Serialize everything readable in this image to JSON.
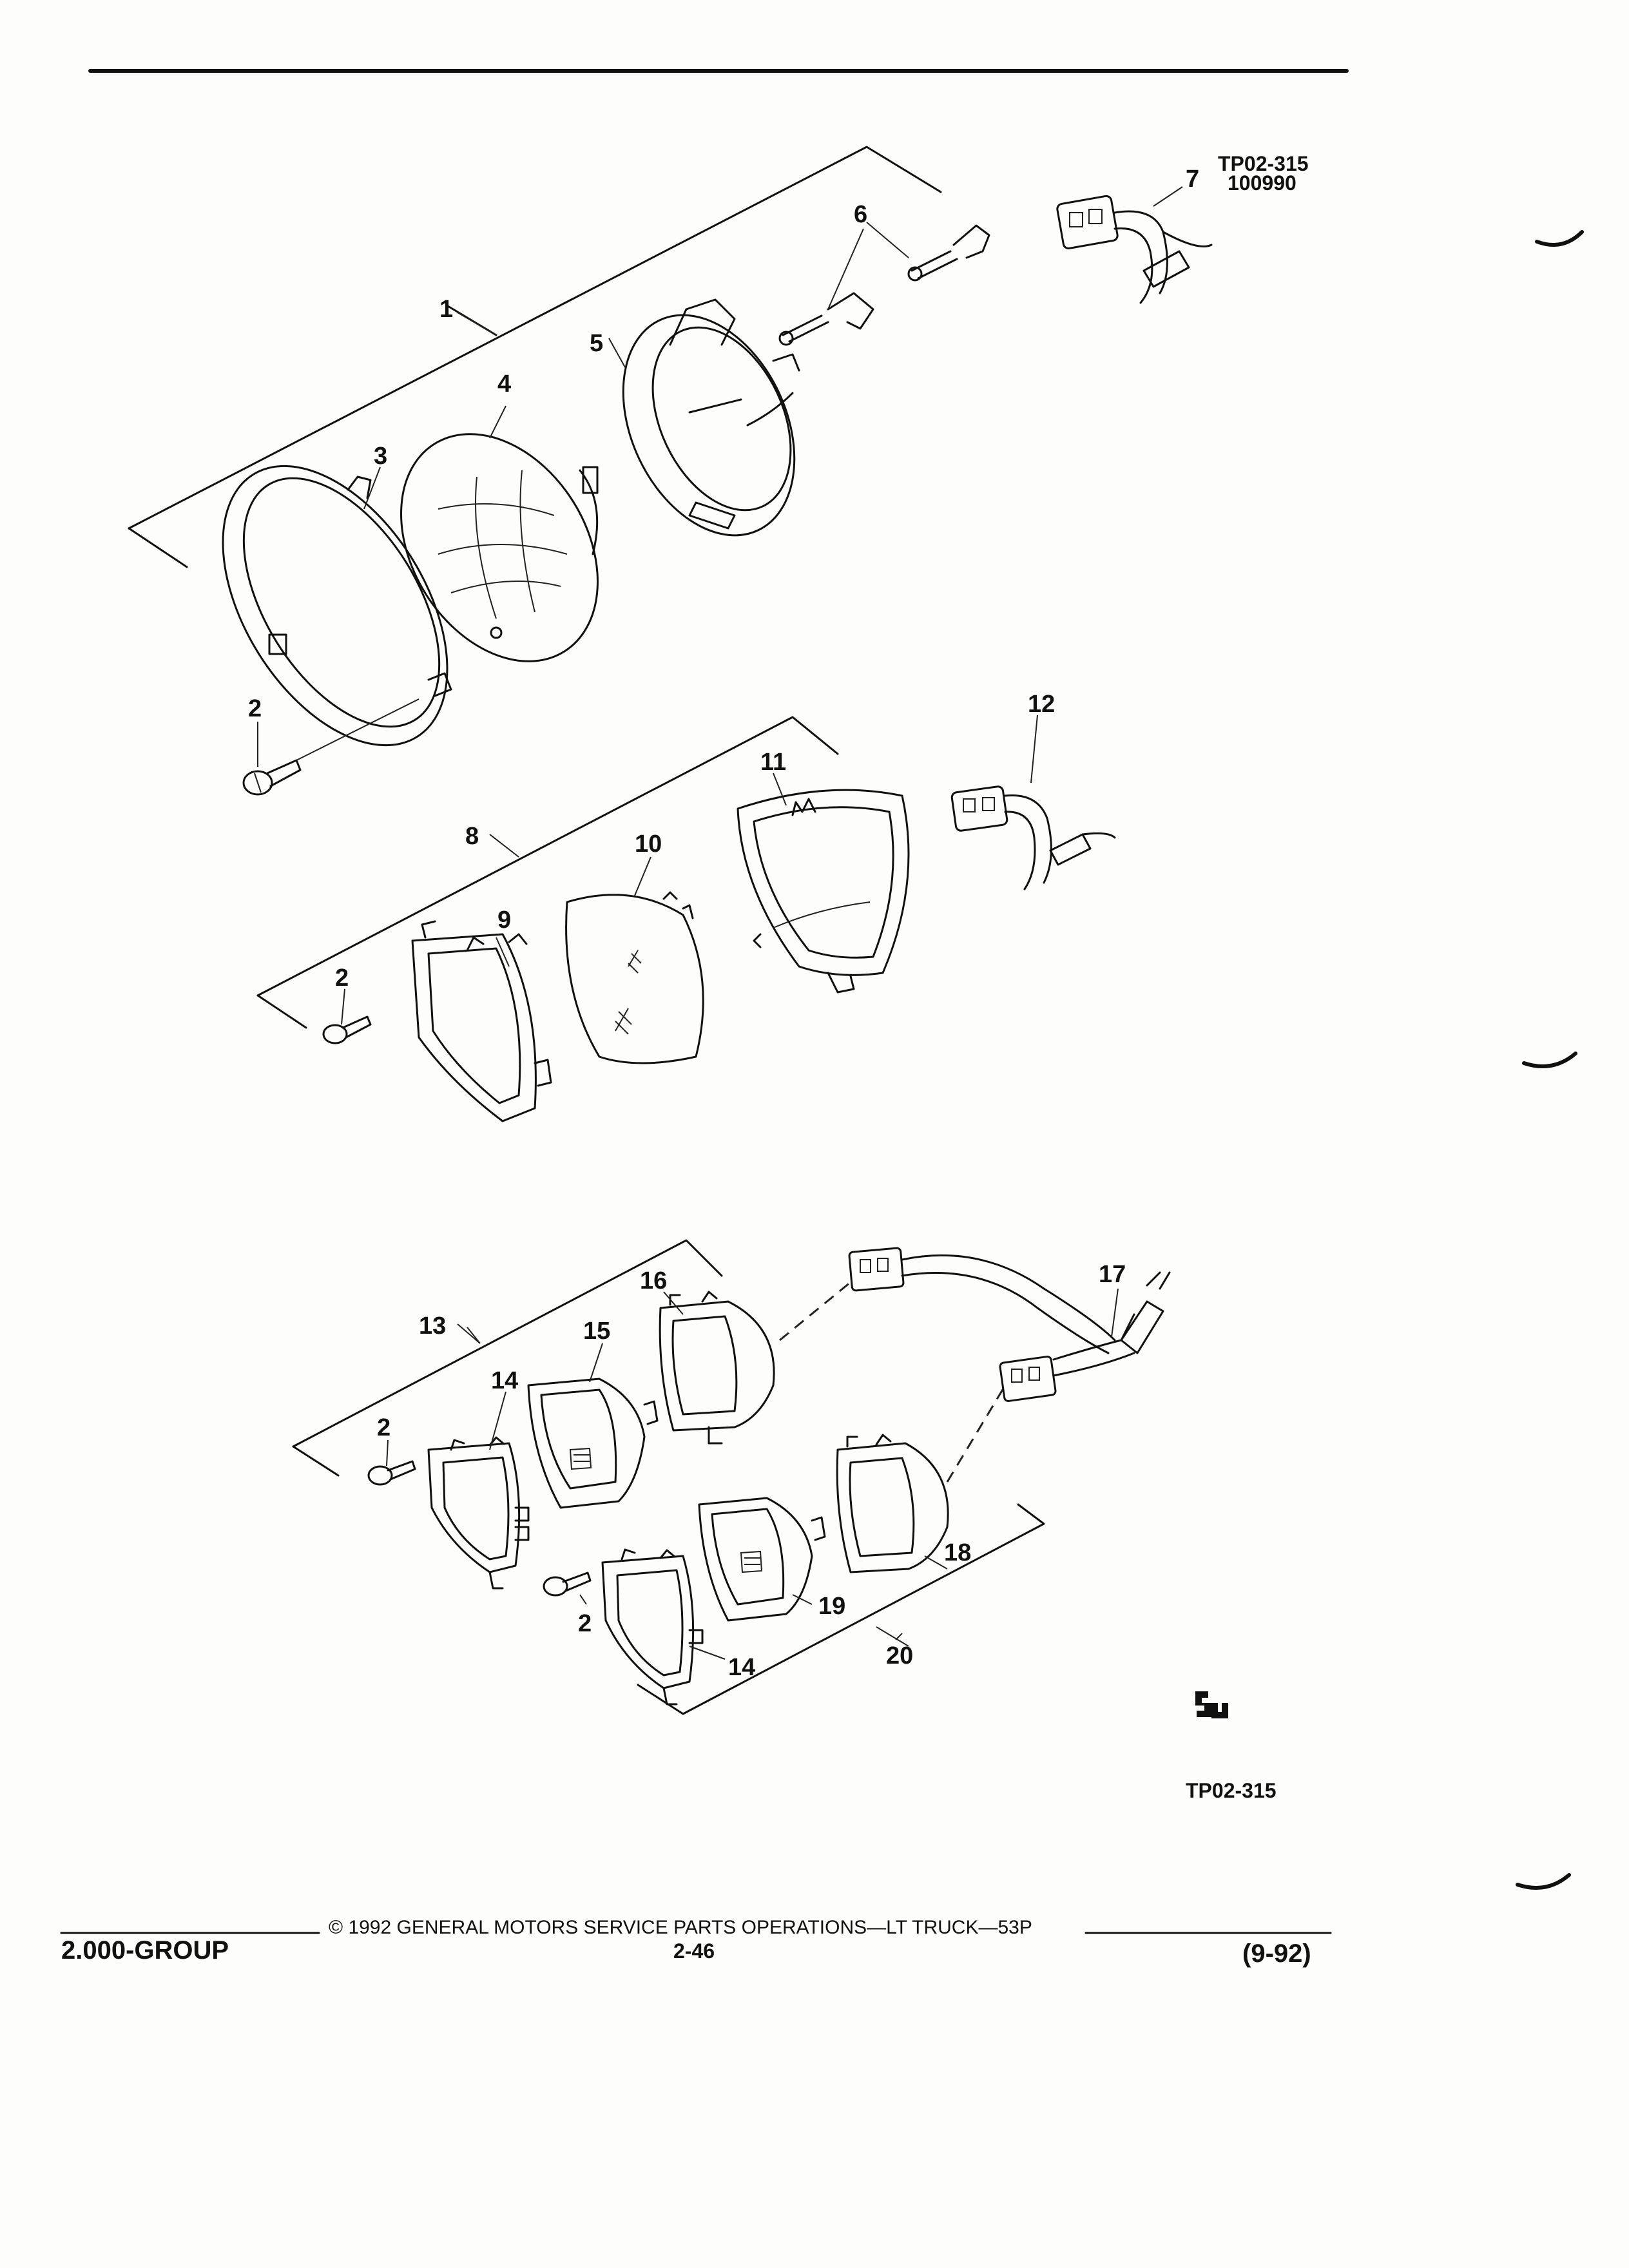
{
  "figure_refs": {
    "top_code": "TP02-315",
    "top_number": "100990",
    "bottom_code": "TP02-315"
  },
  "callouts": {
    "c1": "1",
    "c2a": "2",
    "c2b": "2",
    "c2c": "2",
    "c2d": "2",
    "c3": "3",
    "c4": "4",
    "c5": "5",
    "c6": "6",
    "c7": "7",
    "c8": "8",
    "c9": "9",
    "c10": "10",
    "c11": "11",
    "c12": "12",
    "c13": "13",
    "c14a": "14",
    "c14b": "14",
    "c15": "15",
    "c16": "16",
    "c17": "17",
    "c18": "18",
    "c19": "19",
    "c20": "20"
  },
  "footer": {
    "group": "2.000-GROUP",
    "copyright": "© 1992 GENERAL MOTORS SERVICE PARTS OPERATIONS—LT TRUCK—53P",
    "page": "2-46",
    "date": "(9-92)"
  },
  "logo": {
    "icon": "gm-spo-logo-icon"
  }
}
